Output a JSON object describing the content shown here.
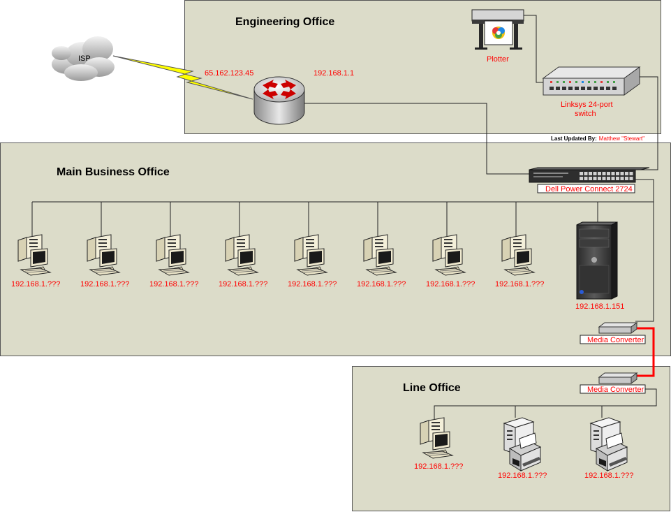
{
  "offices": {
    "engineering": {
      "title": "Engineering Office"
    },
    "main": {
      "title": "Main Business Office"
    },
    "line": {
      "title": "Line Office"
    }
  },
  "isp": {
    "label": "ISP"
  },
  "router": {
    "wan_ip": "65.162.123.45",
    "lan_ip": "192.168.1.1"
  },
  "plotter": {
    "label": "Plotter"
  },
  "linksys": {
    "label_line1": "Linksys 24-port",
    "label_line2": "switch"
  },
  "dell_switch": {
    "label": "Dell Power Connect 2724"
  },
  "updated": {
    "prefix": "Last Updated By:",
    "name": "Matthew \"Stewart\""
  },
  "main_workstations": [
    {
      "ip": "192.168.1.???"
    },
    {
      "ip": "192.168.1.???"
    },
    {
      "ip": "192.168.1.???"
    },
    {
      "ip": "192.168.1.???"
    },
    {
      "ip": "192.168.1.???"
    },
    {
      "ip": "192.168.1.???"
    },
    {
      "ip": "192.168.1.???"
    },
    {
      "ip": "192.168.1.???"
    }
  ],
  "server": {
    "ip": "192.168.1.151"
  },
  "media_converter_main": {
    "label": "Media Converter"
  },
  "media_converter_line": {
    "label": "Media Converter"
  },
  "line_devices": [
    {
      "ip": "192.168.1.???"
    },
    {
      "ip": "192.168.1.???"
    },
    {
      "ip": "192.168.1.???"
    }
  ],
  "colors": {
    "office_fill": "#dcdcc9",
    "ip_text": "#ff0000",
    "fiber_link": "#ff0000",
    "lightning": "#ffff00"
  }
}
